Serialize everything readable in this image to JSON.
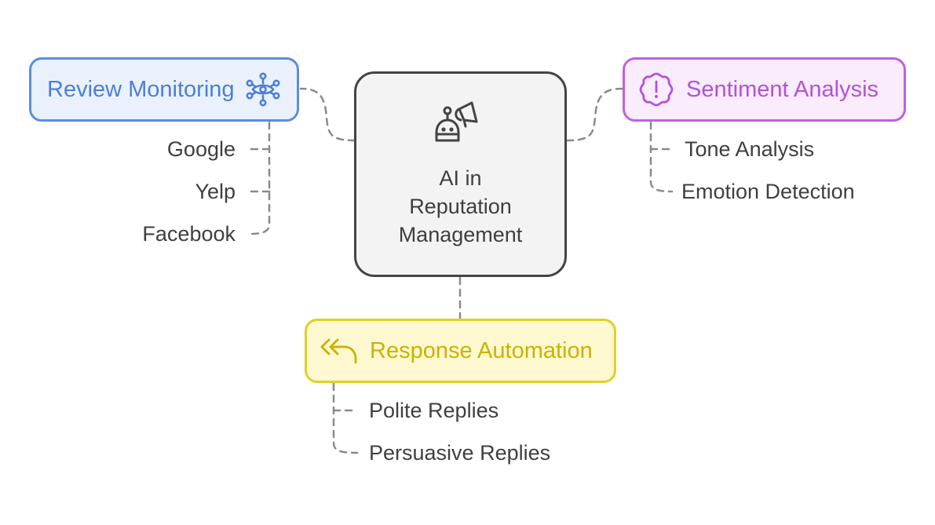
{
  "center": {
    "title_line1": "AI in",
    "title_line2": "Reputation",
    "title_line3": "Management",
    "icon": "robot-megaphone-icon"
  },
  "review": {
    "title": "Review Monitoring",
    "icon": "network-eye-icon",
    "color": "#4a7fd8",
    "items": [
      "Google",
      "Yelp",
      "Facebook"
    ]
  },
  "sentiment": {
    "title": "Sentiment Analysis",
    "icon": "alert-badge-icon",
    "color": "#b352d6",
    "items": [
      "Tone Analysis",
      "Emotion Detection"
    ]
  },
  "response": {
    "title": "Response Automation",
    "icon": "reply-all-icon",
    "color": "#c9b300",
    "items": [
      "Polite Replies",
      "Persuasive Replies"
    ]
  }
}
